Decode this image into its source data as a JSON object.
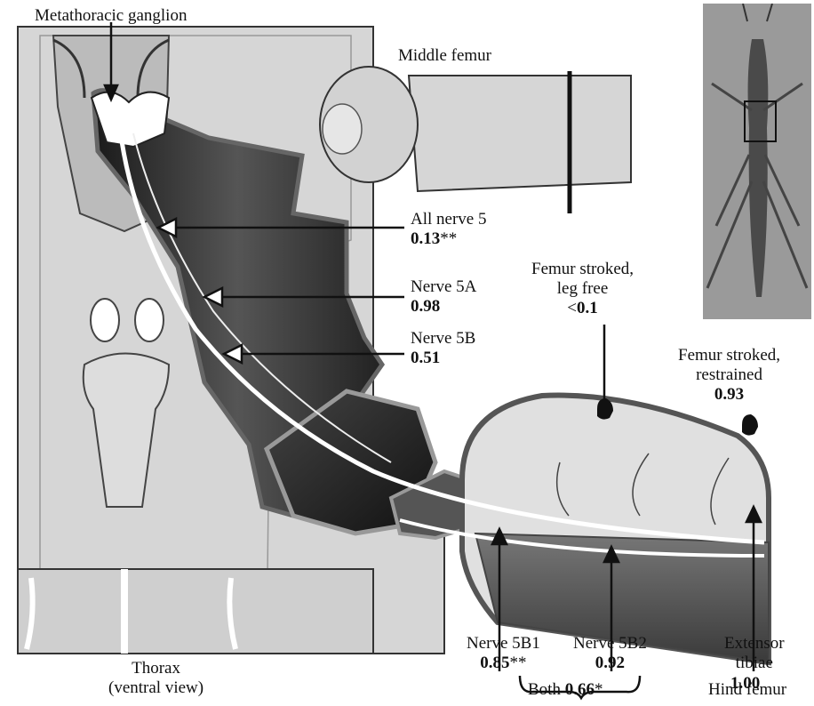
{
  "labels": {
    "metathoracic_ganglion": "Metathoracic ganglion",
    "middle_femur": "Middle femur",
    "all_nerve5": {
      "name": "All nerve 5",
      "value": "0.13",
      "sig": "**"
    },
    "nerve5a": {
      "name": "Nerve 5A",
      "value": "0.98"
    },
    "nerve5b": {
      "name": "Nerve 5B",
      "value": "0.51"
    },
    "femur_free": {
      "line1": "Femur stroked,",
      "line2": "leg free",
      "prefix": "<",
      "value": "0.1"
    },
    "femur_restrained": {
      "line1": "Femur stroked,",
      "line2": "restrained",
      "value": "0.93"
    },
    "nerve5b1": {
      "name": "Nerve 5B1",
      "value": "0.85",
      "sig": "**"
    },
    "nerve5b2": {
      "name": "Nerve 5B2",
      "value": "0.92"
    },
    "extensor": {
      "line1": "Extensor",
      "line2": "tibiae",
      "value": "1.00"
    },
    "both": {
      "name": "Both",
      "value": "0.66",
      "sig": "*"
    },
    "hind_femur": "Hind femur",
    "thorax": {
      "line1": "Thorax",
      "line2": "(ventral view)"
    }
  },
  "colors": {
    "body_fill": "#d8d8d8",
    "muscle_dark": "#2a2a2a",
    "nerve": "#ffffff",
    "outline": "#333333"
  }
}
